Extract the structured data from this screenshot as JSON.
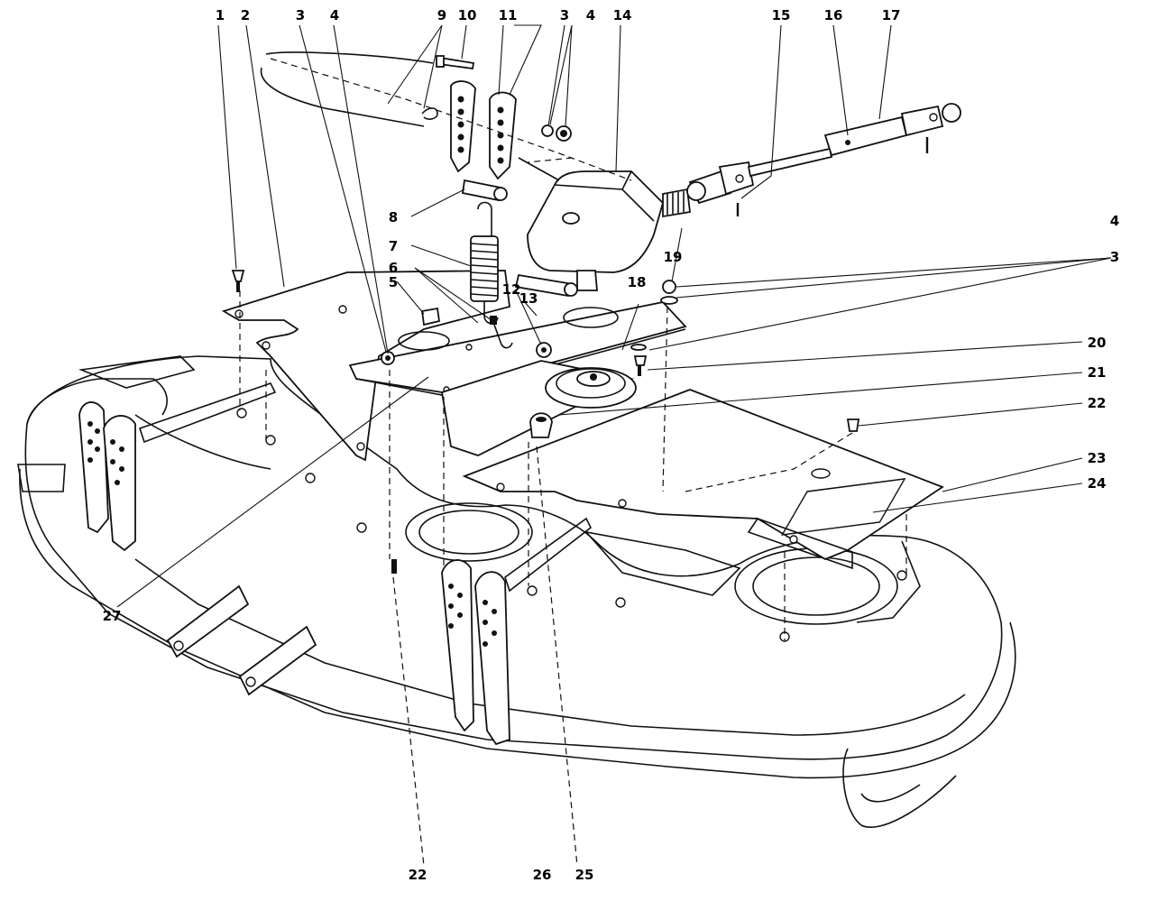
{
  "callouts": [
    {
      "id": "c1",
      "label": "1"
    },
    {
      "id": "c2",
      "label": "2"
    },
    {
      "id": "c3a",
      "label": "3"
    },
    {
      "id": "c4a",
      "label": "4"
    },
    {
      "id": "c9",
      "label": "9"
    },
    {
      "id": "c10",
      "label": "10"
    },
    {
      "id": "c11",
      "label": "11"
    },
    {
      "id": "c3b",
      "label": "3"
    },
    {
      "id": "c4b",
      "label": "4"
    },
    {
      "id": "c14",
      "label": "14"
    },
    {
      "id": "c15",
      "label": "15"
    },
    {
      "id": "c16",
      "label": "16"
    },
    {
      "id": "c17",
      "label": "17"
    },
    {
      "id": "c8",
      "label": "8"
    },
    {
      "id": "c7",
      "label": "7"
    },
    {
      "id": "c4c",
      "label": "4"
    },
    {
      "id": "c3c",
      "label": "3"
    },
    {
      "id": "c6",
      "label": "6"
    },
    {
      "id": "c5",
      "label": "5"
    },
    {
      "id": "c12",
      "label": "12"
    },
    {
      "id": "c13",
      "label": "13"
    },
    {
      "id": "c19",
      "label": "19"
    },
    {
      "id": "c18",
      "label": "18"
    },
    {
      "id": "c20",
      "label": "20"
    },
    {
      "id": "c21",
      "label": "21"
    },
    {
      "id": "c22a",
      "label": "22"
    },
    {
      "id": "c23",
      "label": "23"
    },
    {
      "id": "c24",
      "label": "24"
    },
    {
      "id": "c27",
      "label": "27"
    },
    {
      "id": "c22b",
      "label": "22"
    },
    {
      "id": "c26",
      "label": "26"
    },
    {
      "id": "c25",
      "label": "25"
    }
  ]
}
